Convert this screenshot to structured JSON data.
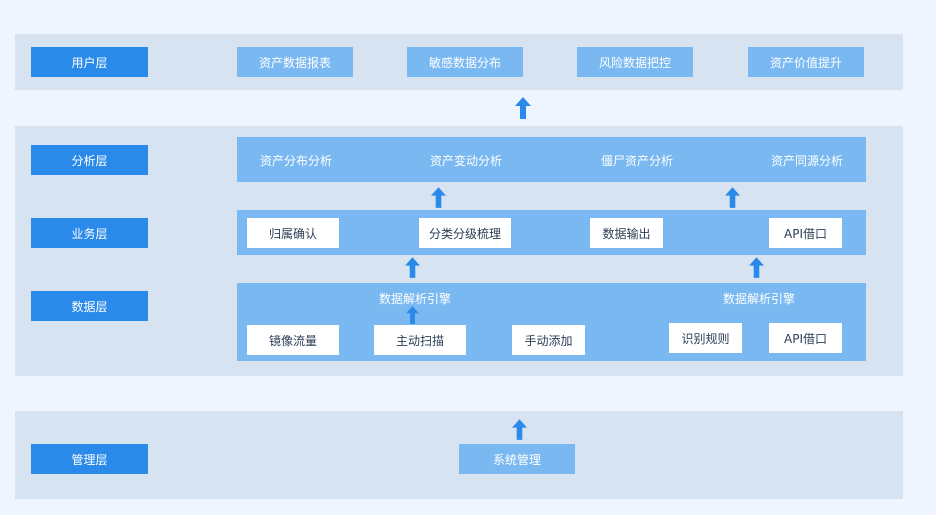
{
  "colors": {
    "page_bg": "#eef5fe",
    "band_bg": "#d7e3f1",
    "label_bg": "#2a8ae9",
    "panel_bg": "#7ab8f1",
    "arrow": "#2a8ae9",
    "box_text": "#2c3e55"
  },
  "layers": {
    "user": "用户层",
    "analysis": "分析层",
    "business": "业务层",
    "data": "数据层",
    "management": "管理层"
  },
  "user_layer": {
    "items": [
      "资产数据报表",
      "敏感数据分布",
      "风险数据把控",
      "资产价值提升"
    ]
  },
  "analysis_layer": {
    "items": [
      "资产分布分析",
      "资产变动分析",
      "僵尸资产分析",
      "资产同源分析"
    ]
  },
  "business_layer": {
    "items": [
      "归属确认",
      "分类分级梳理",
      "数据输出",
      "API借口"
    ]
  },
  "data_layer": {
    "engine_left": "数据解析引擎",
    "engine_right": "数据解析引擎",
    "items_left": [
      "镜像流量",
      "主动扫描",
      "手动添加"
    ],
    "items_right": [
      "识别规则",
      "API借口"
    ]
  },
  "management_layer": {
    "item": "系统管理"
  }
}
